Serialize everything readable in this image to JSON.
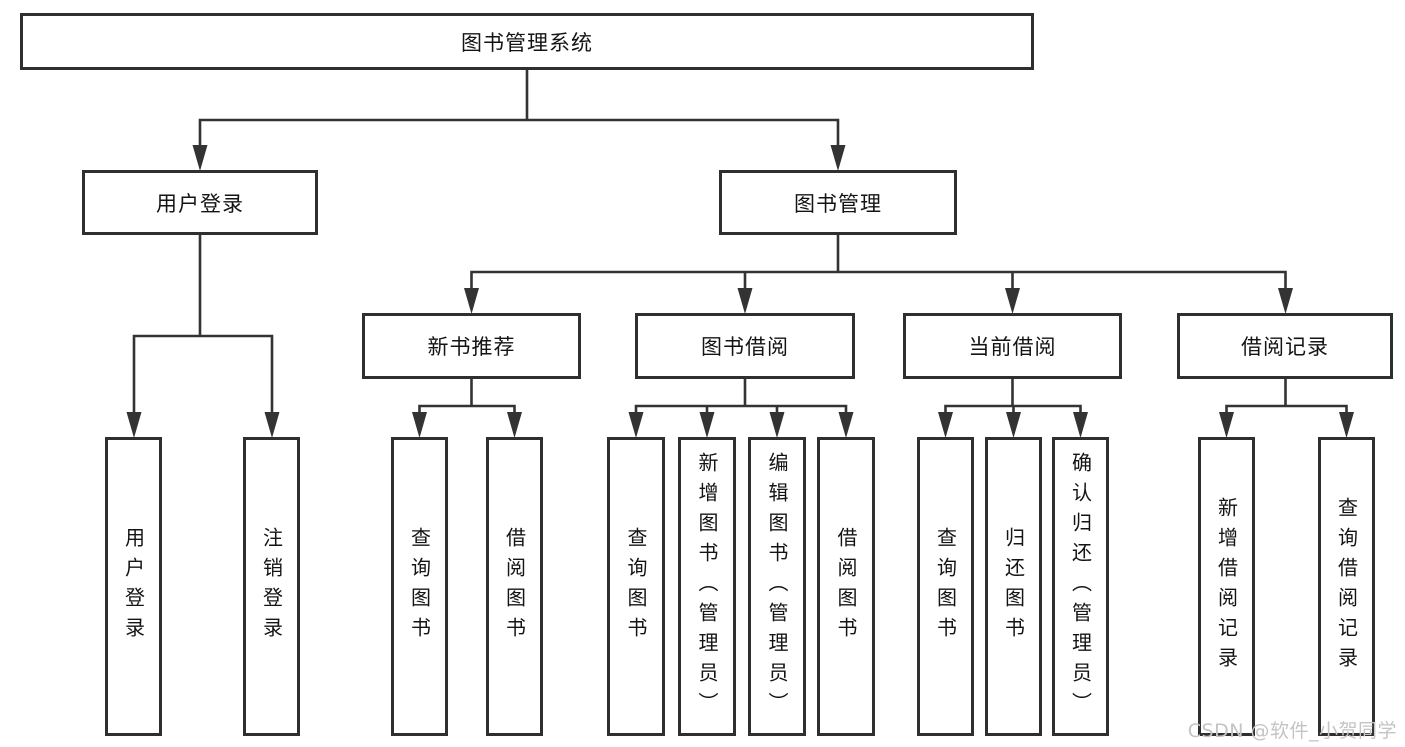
{
  "tree": {
    "label": "图书管理系统",
    "children": [
      {
        "label": "用户登录",
        "children": [
          {
            "label": "用户登录"
          },
          {
            "label": "注销登录"
          }
        ]
      },
      {
        "label": "图书管理",
        "children": [
          {
            "label": "新书推荐",
            "children": [
              {
                "label": "查询图书"
              },
              {
                "label": "借阅图书"
              }
            ]
          },
          {
            "label": "图书借阅",
            "children": [
              {
                "label": "查询图书"
              },
              {
                "label": "新增图书（管理员）"
              },
              {
                "label": "编辑图书（管理员）"
              },
              {
                "label": "借阅图书"
              }
            ]
          },
          {
            "label": "当前借阅",
            "children": [
              {
                "label": "查询图书"
              },
              {
                "label": "归还图书"
              },
              {
                "label": "确认归还（管理员）"
              }
            ]
          },
          {
            "label": "借阅记录",
            "children": [
              {
                "label": "新增借阅记录"
              },
              {
                "label": "查询借阅记录"
              }
            ]
          }
        ]
      }
    ]
  },
  "watermark": {
    "text": "CSDN @软件_小贺同学",
    "color": "#c4c4c4"
  },
  "colors": {
    "line": "#333333",
    "box_border": "#2f2f2f",
    "box_fill": "#ffffff",
    "text": "#141414",
    "background": "#ffffff"
  }
}
